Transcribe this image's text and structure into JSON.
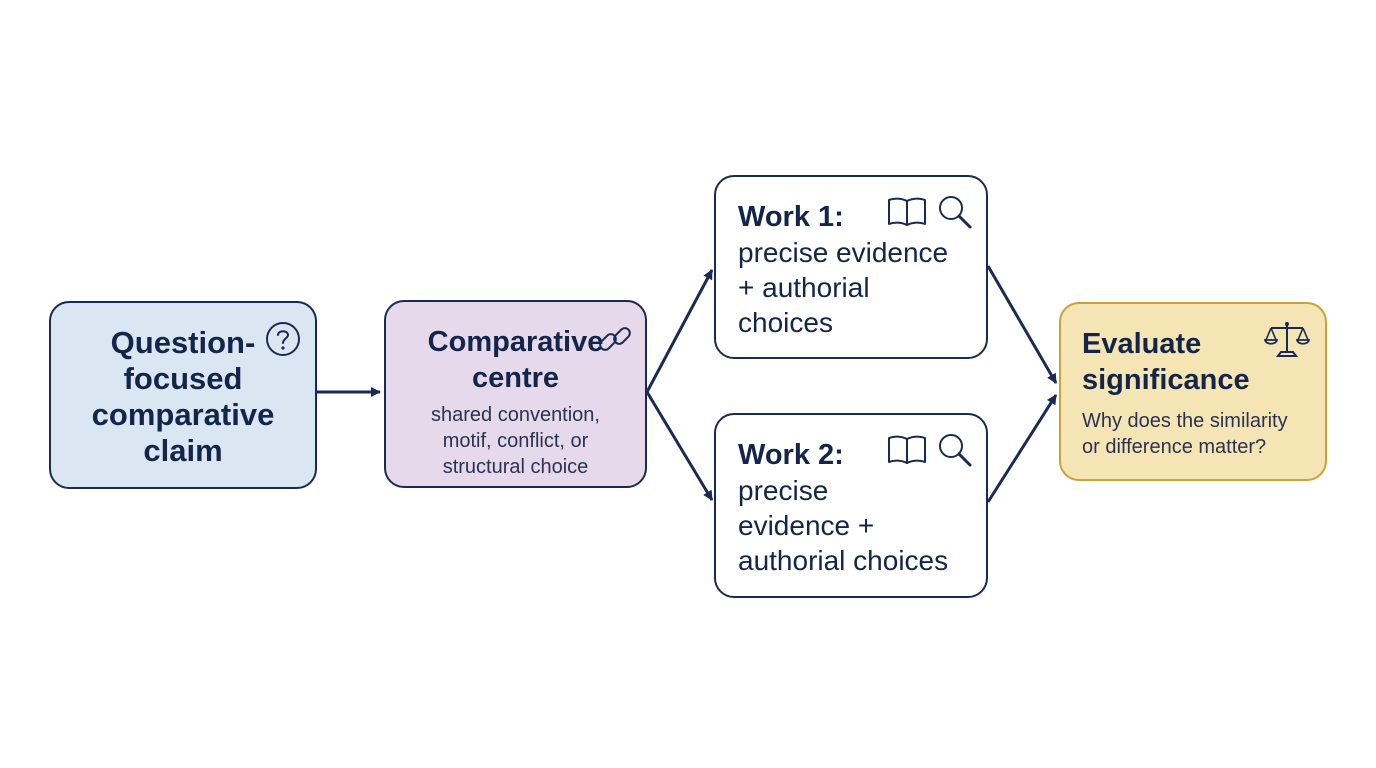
{
  "nodes": {
    "claim": {
      "title": "Question-\nfocused\ncomparative\nclaim",
      "icon": "question-circle-icon"
    },
    "centre": {
      "title": "Comparative\ncentre",
      "body": "shared convention,\nmotif, conflict, or\nstructural choice",
      "icon": "link-icon"
    },
    "work1": {
      "title": "Work 1:",
      "body": "precise evidence\n+ authorial\nchoices",
      "icons": [
        "open-book-icon",
        "magnifier-icon"
      ]
    },
    "work2": {
      "title": "Work 2:",
      "body": "precise\nevidence +\nauthorial choices",
      "icons": [
        "open-book-icon",
        "magnifier-icon"
      ]
    },
    "evaluate": {
      "title": "Evaluate\nsignificance",
      "body": "Why does the similarity\nor difference matter?",
      "icon": "scales-icon"
    }
  },
  "colors": {
    "line": "#1b2a52",
    "claim_fill": "#dbe6f3",
    "centre_fill": "#e6d9eb",
    "work_fill": "#ffffff",
    "evaluate_fill": "#f5e5b5",
    "evaluate_border": "#c9a33a"
  }
}
